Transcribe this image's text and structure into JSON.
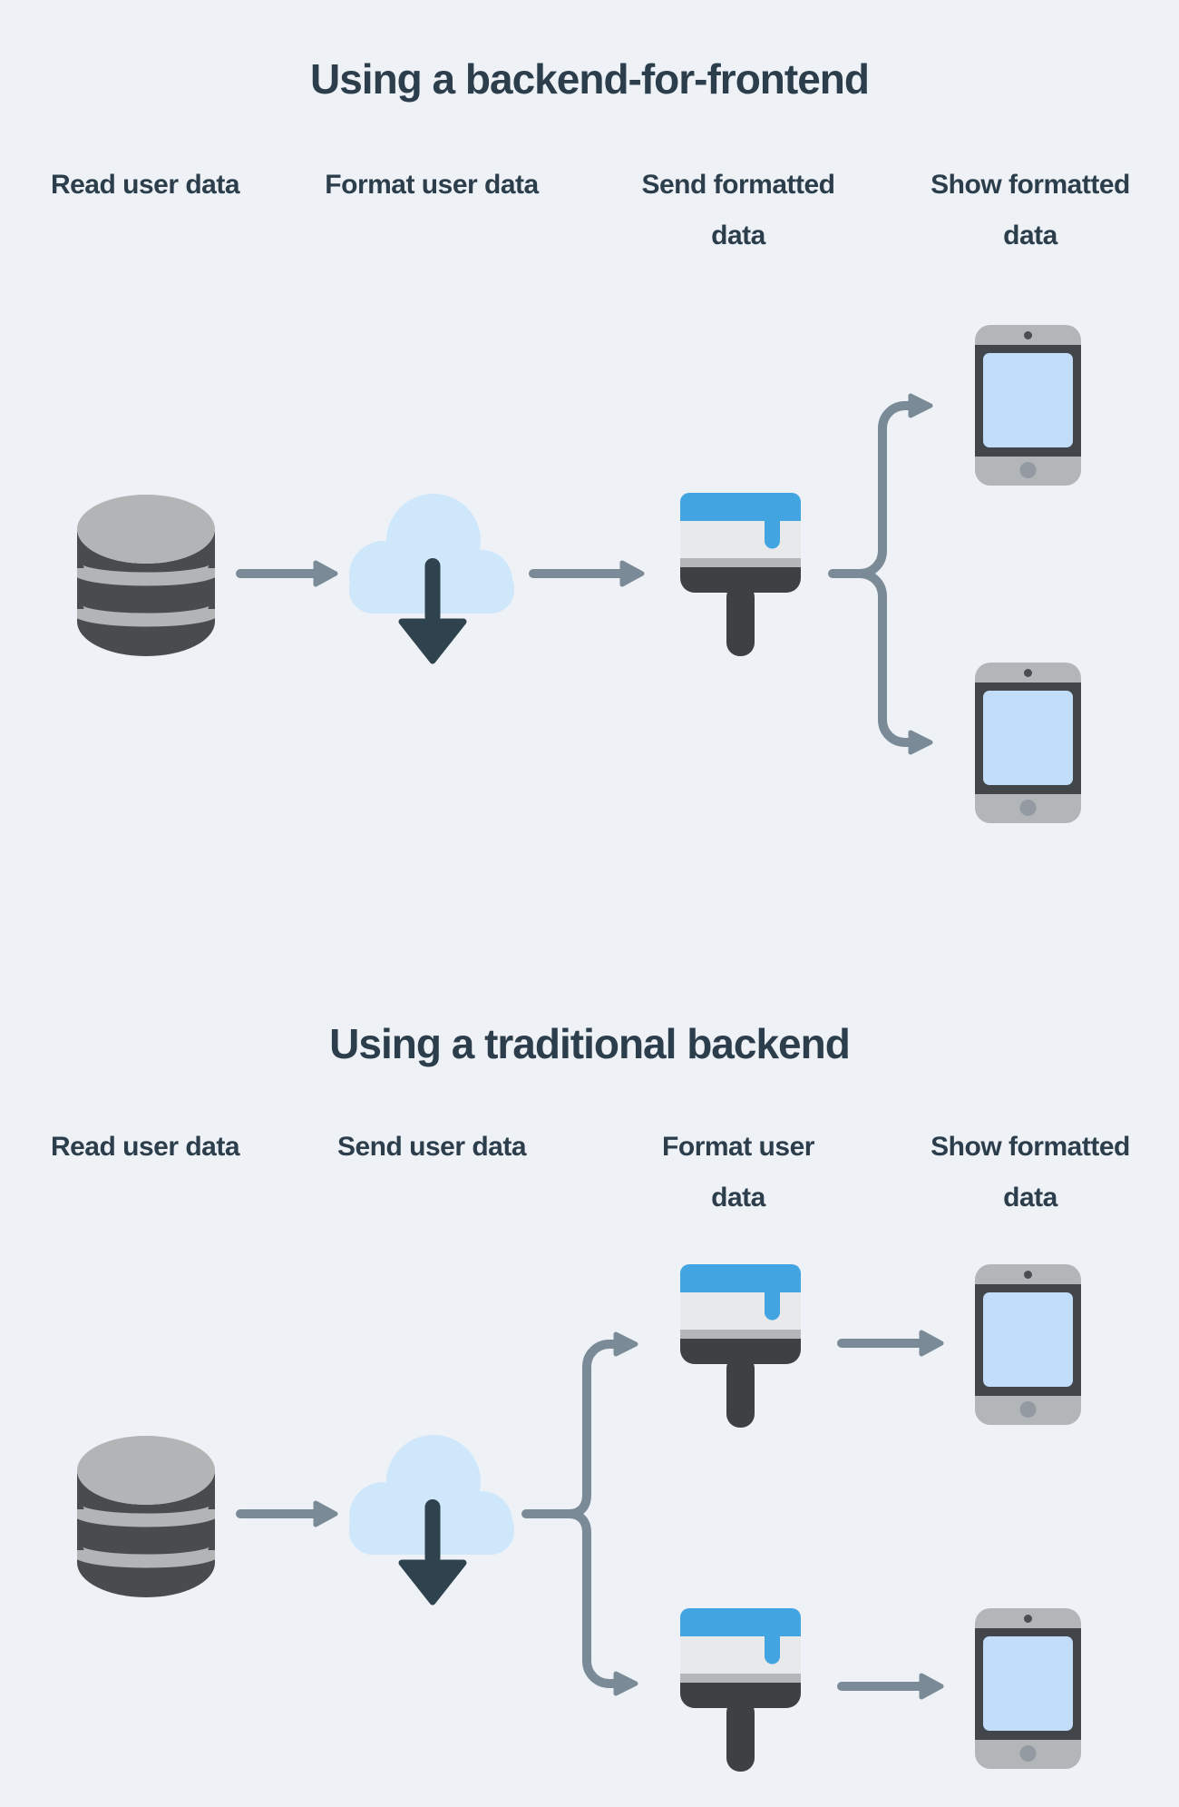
{
  "colors": {
    "background": "#eef2f6",
    "text": "#2c3e4c",
    "arrow": "#7b8a97",
    "db_body": "#494b4e",
    "db_top": "#b2b4b6",
    "cloud": "#cfe7fb",
    "download_arrow": "#2f434e",
    "brush_paint": "#42a4e0",
    "brush_body": "#e7e9ea",
    "brush_band": "#b4b7b9",
    "brush_dark": "#3e4043",
    "phone_body": "#b3b6b9",
    "phone_bezel": "#42454a",
    "phone_screen": "#c1ddfa",
    "phone_camera": "#4a4e54",
    "phone_home": "#939aa2"
  },
  "sections": [
    {
      "title": "Using a backend-for-frontend",
      "columns": [
        {
          "icon": "database",
          "lines": [
            "Read user data"
          ]
        },
        {
          "icon": "cloud-download",
          "lines": [
            "Format user data"
          ]
        },
        {
          "icon": "paintbrush",
          "lines": [
            "Send formatted",
            "data"
          ]
        },
        {
          "icon": "phone",
          "lines": [
            "Show formatted",
            "data"
          ]
        }
      ]
    },
    {
      "title": "Using a traditional backend",
      "columns": [
        {
          "icon": "database",
          "lines": [
            "Read user data"
          ]
        },
        {
          "icon": "cloud-download",
          "lines": [
            "Send user data"
          ]
        },
        {
          "icon": "paintbrush",
          "lines": [
            "Format user",
            "data"
          ]
        },
        {
          "icon": "phone",
          "lines": [
            "Show formatted",
            "data"
          ]
        }
      ]
    }
  ]
}
